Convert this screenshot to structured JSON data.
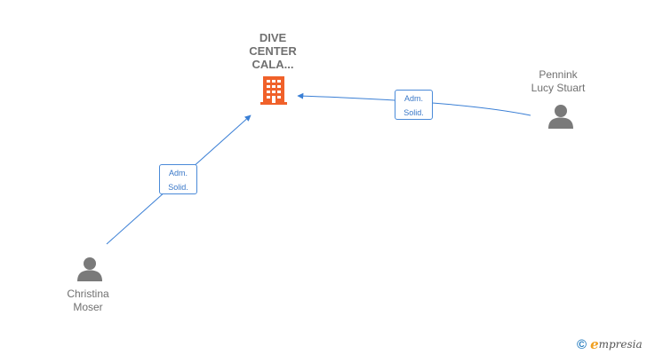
{
  "company": {
    "name_lines": [
      "DIVE",
      "CENTER",
      "CALA..."
    ],
    "icon": "building-icon",
    "color": "#f0612a"
  },
  "people": [
    {
      "id": "pennink",
      "lines": [
        "Pennink",
        "Lucy Stuart"
      ],
      "icon": "person-icon"
    },
    {
      "id": "christina",
      "lines": [
        "Christina",
        "Moser"
      ],
      "icon": "person-icon"
    }
  ],
  "edges": [
    {
      "from": "pennink",
      "to": "company",
      "label_lines": [
        "Adm.",
        "Solid."
      ]
    },
    {
      "from": "christina",
      "to": "company",
      "label_lines": [
        "Adm.",
        "Solid."
      ]
    }
  ],
  "colors": {
    "edge": "#3a7fd5",
    "person": "#7a7a7a",
    "label_text": "#707070"
  },
  "brand": {
    "copyright_symbol": "©",
    "logo_letter": "e",
    "name": "mpresia"
  }
}
